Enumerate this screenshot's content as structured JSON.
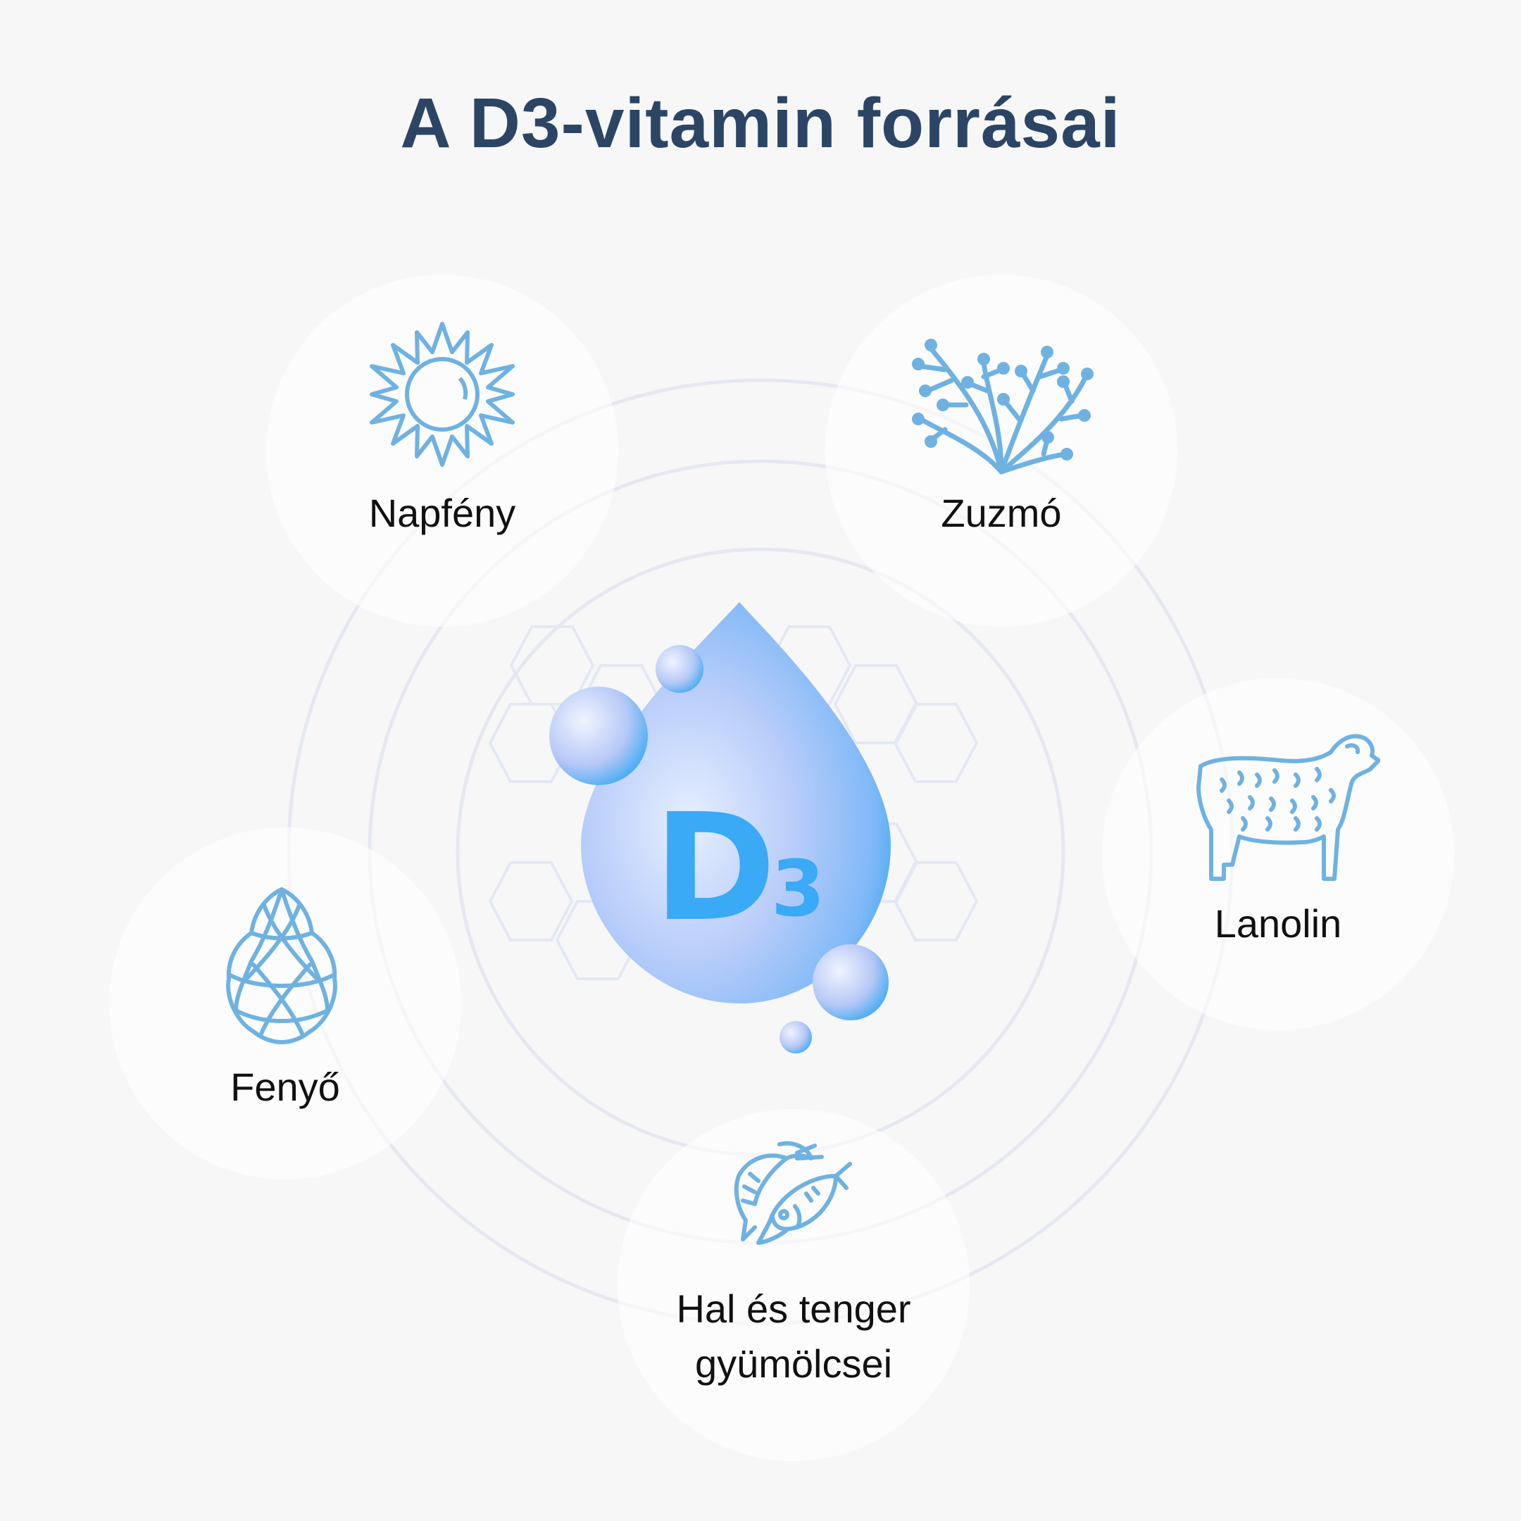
{
  "title": "A D3-vitamin forrásai",
  "center": {
    "icon": "vitamin-d3-drop-icon",
    "text": "D",
    "subscript": "3"
  },
  "sources": [
    {
      "label": "Napfény",
      "icon": "sun-icon"
    },
    {
      "label": "Zuzmó",
      "icon": "lichen-icon"
    },
    {
      "label": "Lanolin",
      "icon": "sheep-icon"
    },
    {
      "label": "Fenyő",
      "icon": "pine-cone-icon"
    },
    {
      "label_line1": "Hal és tenger",
      "label_line2": "gyümölcsei",
      "icon": "fish-shrimp-icon"
    }
  ],
  "colors": {
    "title": "#2c4565",
    "icon_stroke": "#6fb2e2",
    "drop_light": "#dce8ff",
    "drop_dark": "#2aa5f5",
    "ring": "#e3e6ef"
  }
}
